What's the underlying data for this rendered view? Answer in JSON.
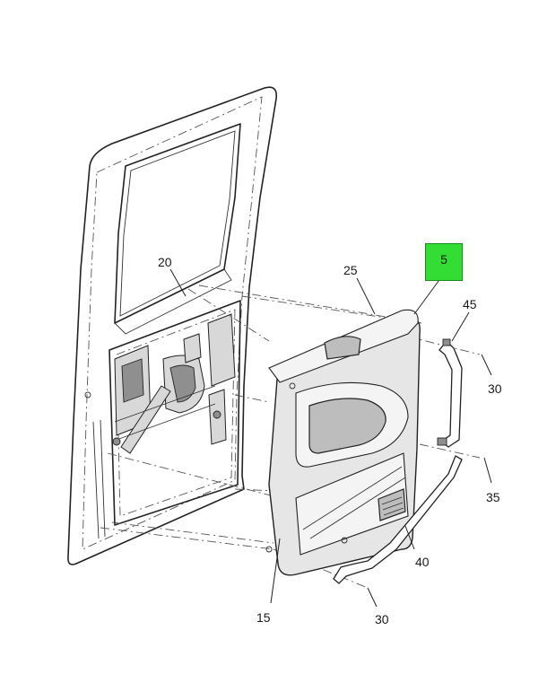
{
  "diagram": {
    "highlight_color": "#33dd33",
    "callouts": [
      {
        "id": "c5",
        "text": "5",
        "highlighted": true
      },
      {
        "id": "c15",
        "text": "15"
      },
      {
        "id": "c20",
        "text": "20"
      },
      {
        "id": "c25",
        "text": "25"
      },
      {
        "id": "c30a",
        "text": "30"
      },
      {
        "id": "c30b",
        "text": "30"
      },
      {
        "id": "c35",
        "text": "35"
      },
      {
        "id": "c40",
        "text": "40"
      },
      {
        "id": "c45",
        "text": "45"
      }
    ]
  }
}
